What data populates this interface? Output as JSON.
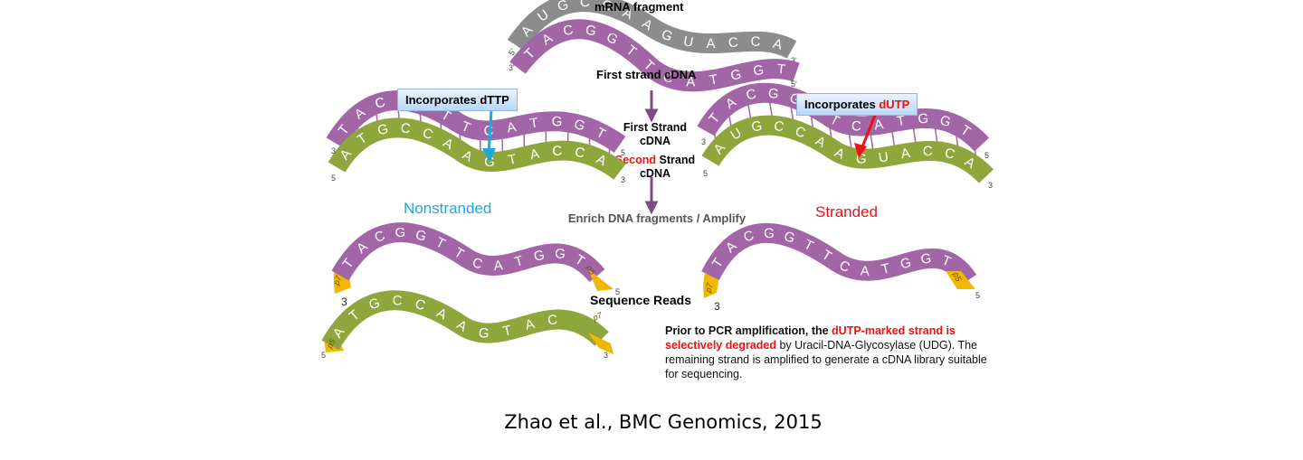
{
  "top": {
    "title": "mRNA fragment",
    "mrna_bases": [
      "A",
      "U",
      "G",
      "C",
      "C",
      "A",
      "A",
      "G",
      "U",
      "A",
      "C",
      "C",
      "A"
    ],
    "first_strand_label": "First strand cDNA",
    "first_strand_bases": [
      "T",
      "A",
      "C",
      "G",
      "G",
      "T",
      "T",
      "C",
      "A",
      "T",
      "G",
      "G",
      "T"
    ],
    "end_5": "5'",
    "end_3": "3'"
  },
  "center": {
    "step1_line1": "First Strand",
    "step1_line2": "cDNA",
    "step2_red": "Second",
    "step2_rest": " Strand",
    "step2_line2": "cDNA",
    "enrich": "Enrich DNA fragments / Amplify",
    "reads": "Sequence Reads"
  },
  "nonstranded": {
    "label": "Nonstranded",
    "callout": "Incorporates dTTP",
    "top_bases": [
      "T",
      "A",
      "C",
      "G",
      "G",
      "T",
      "T",
      "C",
      "A",
      "T",
      "G",
      "G",
      "T"
    ],
    "bottom_bases": [
      "A",
      "T",
      "G",
      "C",
      "C",
      "A",
      "A",
      "G",
      "T",
      "A",
      "C",
      "C",
      "A"
    ],
    "read1_bases": [
      "T",
      "A",
      "C",
      "G",
      "G",
      "T",
      "T",
      "C",
      "A",
      "T",
      "G",
      "G",
      "T"
    ],
    "read2_bases": [
      "A",
      "T",
      "G",
      "C",
      "C",
      "A",
      "A",
      "G",
      "T",
      "A",
      "C"
    ],
    "p5": "p5",
    "p7": "p7",
    "end_3": "3",
    "end_5": "5"
  },
  "stranded": {
    "label": "Stranded",
    "callout_prefix": "Incorporates ",
    "callout_red": "dUTP",
    "top_bases": [
      "T",
      "A",
      "C",
      "G",
      "G",
      "T",
      "T",
      "C",
      "A",
      "T",
      "G",
      "G",
      "T"
    ],
    "bottom_bases": [
      "A",
      "U",
      "G",
      "C",
      "C",
      "A",
      "A",
      "G",
      "U",
      "A",
      "C",
      "C",
      "A"
    ],
    "read_bases": [
      "T",
      "A",
      "C",
      "G",
      "G",
      "T",
      "T",
      "C",
      "A",
      "T",
      "G",
      "G",
      "T"
    ],
    "p5": "p5",
    "p7": "p7",
    "end_3": "3",
    "end_5": "5"
  },
  "note": {
    "part1": "Prior to PCR amplification, the ",
    "part2_red": "dUTP-marked strand is selectively degraded",
    "part3": " by Uracil-DNA-Glycosylase (UDG). The remaining strand is amplified to generate a cDNA library suitable for sequencing."
  },
  "citation": "Zhao et al., BMC Genomics,   2015",
  "colors": {
    "mrna": "#8c8c8c",
    "cdna": "#a265a6",
    "second": "#8ea63b",
    "adapter": "#f2b705",
    "arrow": "#7f4a86",
    "blue_arrow": "#1ea7e0",
    "red": "#ee1111"
  }
}
